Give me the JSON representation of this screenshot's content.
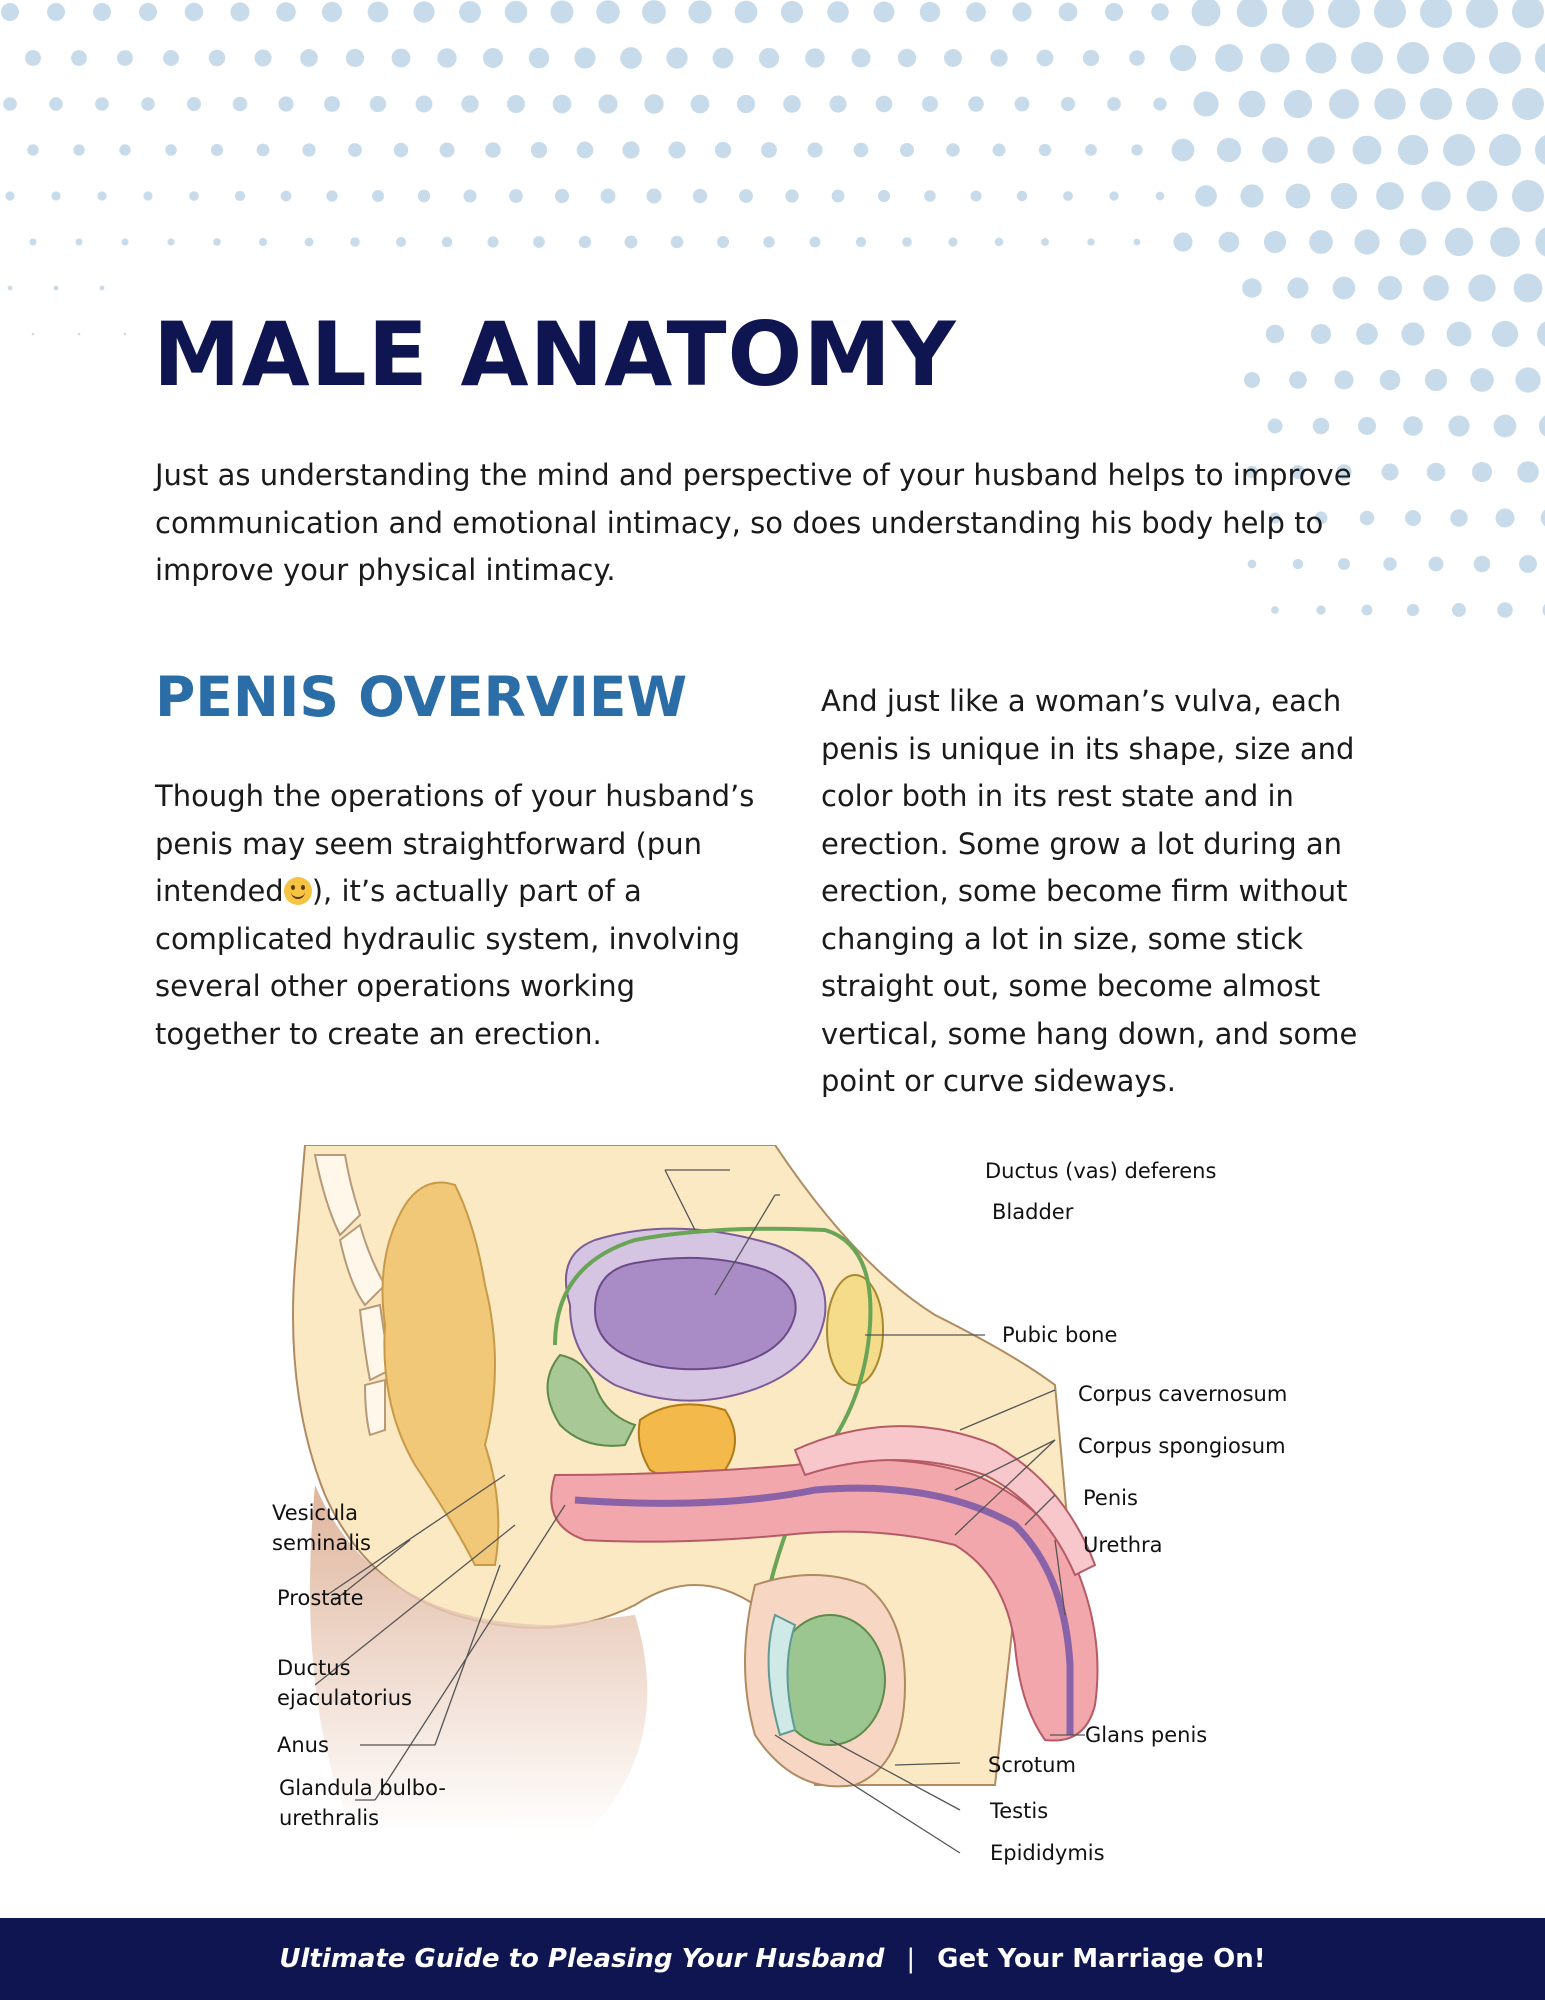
{
  "page": {
    "title": "MALE ANATOMY",
    "intro": "Just as understanding the mind and perspective of your husband helps to improve communication and emotional intimacy, so does understanding his body help to improve your physical intimacy.",
    "section_heading": "PENIS OVERVIEW",
    "left_text_before": "Though the operations of your husband’s penis may seem straightforward (pun intended",
    "smiley_icon": "slightly-smiling-face-emoji",
    "left_text_after": "), it’s actually part of a complicated hydraulic system, involving several other operations working together to create an erection.",
    "right_text": "And just like a woman’s vulva, each penis is unique in its shape, size and color both in its rest state and in erection. Some grow a lot during an erection, some become firm without changing a lot in size, some stick straight out, some become almost vertical, some hang down, and some point or curve sideways."
  },
  "diagram": {
    "labels": {
      "ductus_deferens": "Ductus (vas) deferens",
      "bladder": "Bladder",
      "pubic_bone": "Pubic bone",
      "corpus_cavernosum": "Corpus cavernosum",
      "corpus_spongiosum": "Corpus spongiosum",
      "penis": "Penis",
      "urethra": "Urethra",
      "vesicula_1": "Vesicula",
      "vesicula_2": "seminalis",
      "prostate": "Prostate",
      "ductus_ejac_1": "Ductus",
      "ductus_ejac_2": "ejaculatorius",
      "anus": "Anus",
      "glandula_1": "Glandula bulbo-",
      "glandula_2": "urethralis",
      "glans_penis": "Glans penis",
      "scrotum": "Scrotum",
      "testis": "Testis",
      "epididymis": "Epididymis"
    }
  },
  "footer": {
    "left": "Ultimate Guide to Pleasing Your Husband",
    "separator": "|",
    "right": "Get Your Marriage On!"
  },
  "colors": {
    "navy": "#0f1550",
    "heading_blue": "#2b6ea7",
    "dot_blue": "#c5d9ea"
  }
}
